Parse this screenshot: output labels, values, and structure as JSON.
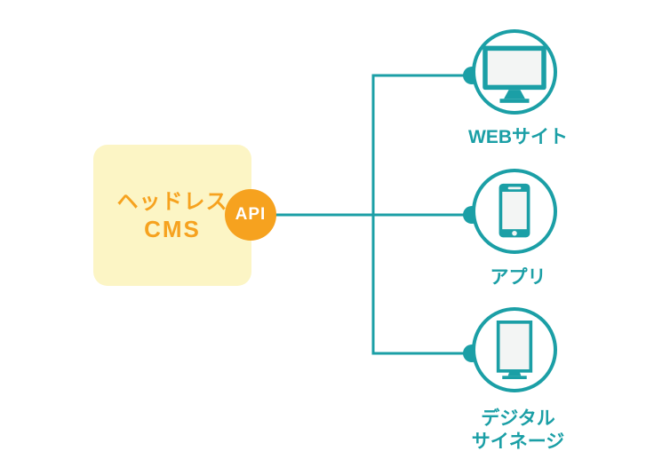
{
  "colors": {
    "teal": "#1B9FA6",
    "orange": "#F6A21F",
    "box_yellow": "#FCF5C5",
    "screen": "#F3F5F4"
  },
  "cms": {
    "title_line1": "ヘッドレス",
    "title_line2": "CMS"
  },
  "api": {
    "label": "API"
  },
  "nodes": [
    {
      "id": "website",
      "icon": "monitor-icon",
      "label": "WEBサイト"
    },
    {
      "id": "app",
      "icon": "smartphone-icon",
      "label": "アプリ"
    },
    {
      "id": "digital-signage",
      "icon": "signage-icon",
      "label": "デジタル\nサイネージ"
    }
  ]
}
